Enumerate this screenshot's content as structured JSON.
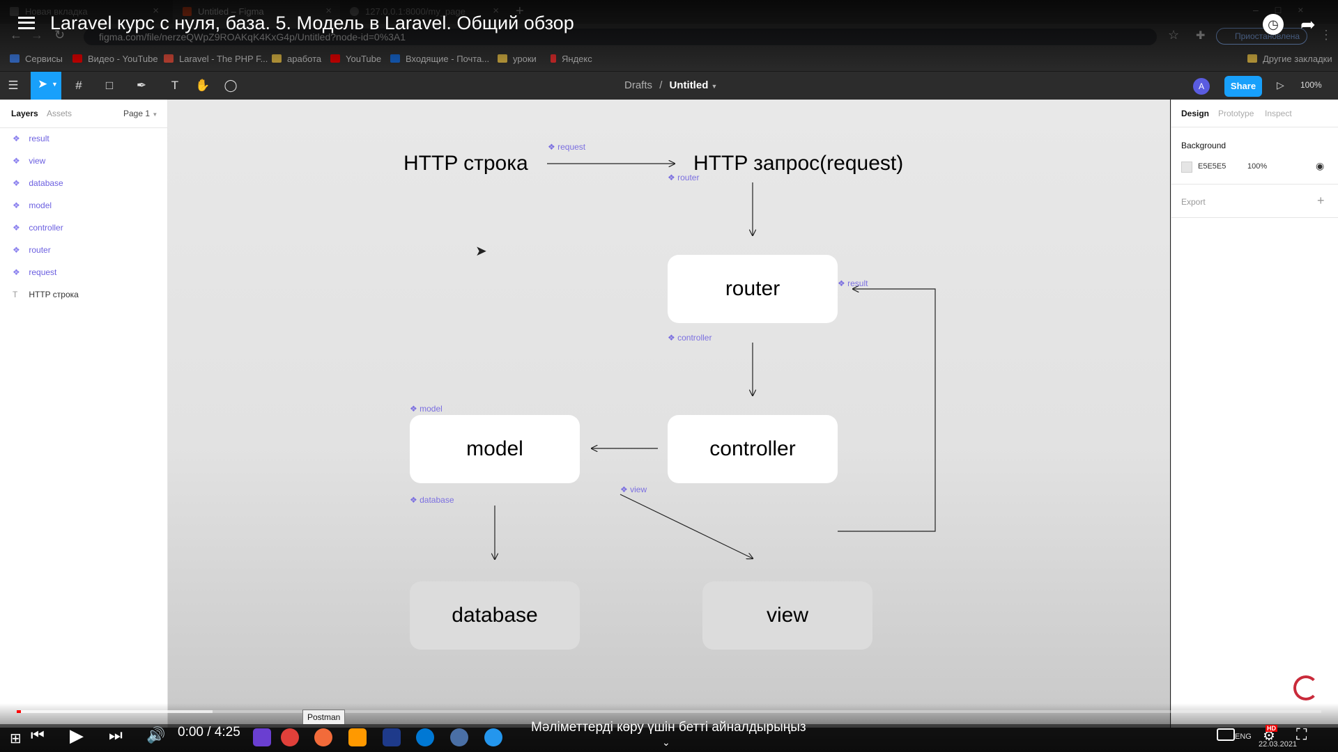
{
  "browser": {
    "tabs": [
      {
        "title": "Новая вкладка",
        "color": "#9aa0a6"
      },
      {
        "title": "Untitled – Figma",
        "color": "#f24e1e"
      },
      {
        "title": "127.0.0.1:8000/my_page",
        "color": "#9aa0a6"
      }
    ],
    "new_tab": "+",
    "url": "figma.com/file/nerzeQWpZ9ROAKqK4KxG4p/Untitled?node-id=0%3A1",
    "profile_label": "Приостановлена",
    "bookmarks": [
      {
        "label": "Сервисы",
        "color": "#4285f4"
      },
      {
        "label": "Видео - YouTube",
        "color": "#ff0000"
      },
      {
        "label": "Laravel - The PHP F...",
        "color": "#f05340"
      },
      {
        "label": "аработа",
        "color": "#f2c94c"
      },
      {
        "label": "YouTube",
        "color": "#ff0000"
      },
      {
        "label": "Входящие - Почта...",
        "color": "#1a73e8"
      },
      {
        "label": "уроки",
        "color": "#f2c94c"
      },
      {
        "label": "Яндекс",
        "color": "#ff3333"
      }
    ],
    "other_bookmarks": "Другие закладки"
  },
  "video": {
    "title": "Laravel курс с нуля, база. 5. Модель в Laravel. Общий обзор",
    "time": "0:00 / 4:25",
    "progress": 0.15,
    "scroll_hint": "Мәліметтерді көру үшін бетті айналдырыңыз",
    "tooltip": "Postman",
    "hd_badge": "HD",
    "date": "22.03.2021",
    "lang": "ENG"
  },
  "figma": {
    "breadcrumb_parent": "Drafts",
    "breadcrumb_sep": "/",
    "file_name": "Untitled",
    "share_label": "Share",
    "avatar_letter": "A",
    "zoom": "100%",
    "left_tabs": {
      "layers": "Layers",
      "assets": "Assets",
      "page": "Page 1"
    },
    "layers": [
      {
        "name": "result",
        "type": "component"
      },
      {
        "name": "view",
        "type": "component"
      },
      {
        "name": "database",
        "type": "component"
      },
      {
        "name": "model",
        "type": "component"
      },
      {
        "name": "controller",
        "type": "component"
      },
      {
        "name": "router",
        "type": "component"
      },
      {
        "name": "request",
        "type": "component"
      },
      {
        "name": "HTTP строка",
        "type": "text"
      }
    ],
    "right_tabs": {
      "design": "Design",
      "prototype": "Prototype",
      "inspect": "Inspect"
    },
    "background_label": "Background",
    "background_hex": "E5E5E5",
    "background_opacity": "100%",
    "export_label": "Export",
    "canvas": {
      "http_string": "HTTP строка",
      "http_request": "HTTP запрос(request)",
      "label_request": "request",
      "label_router": "router",
      "label_result": "result",
      "label_controller": "controller",
      "label_model": "model",
      "label_view": "view",
      "label_database": "database",
      "box_router": "router",
      "box_controller": "controller",
      "box_model": "model",
      "box_database": "database",
      "box_view": "view"
    }
  }
}
